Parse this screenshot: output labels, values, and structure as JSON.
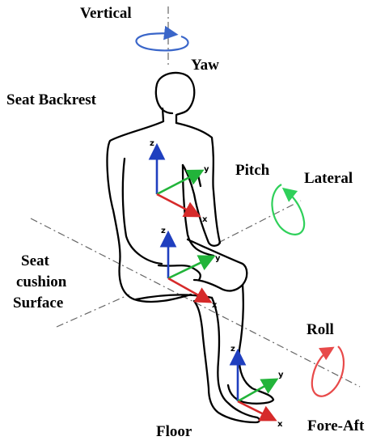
{
  "labels": {
    "vertical": "Vertical",
    "yaw": "Yaw",
    "seat_backrest": "Seat Backrest",
    "pitch": "Pitch",
    "lateral": "Lateral",
    "seat_cushion_line1": "Seat",
    "seat_cushion_line2": "cushion",
    "seat_cushion_line3": "Surface",
    "roll": "Roll",
    "floor": "Floor",
    "fore_aft": "Fore-Aft"
  },
  "axis_letters": {
    "z": "z",
    "y": "y",
    "x": "x"
  },
  "colors": {
    "z_axis": "#1f3fbf",
    "y_axis": "#22b43a",
    "x_axis": "#d62a2a",
    "yaw_arrow": "#3a66c9",
    "pitch_arrow": "#2fd05a",
    "roll_arrow": "#e84a4a",
    "outline": "#000000",
    "guide_line": "#666666"
  },
  "coordinate_frames": [
    {
      "name": "seat-backrest-frame"
    },
    {
      "name": "seat-cushion-frame"
    },
    {
      "name": "floor-frame"
    }
  ]
}
